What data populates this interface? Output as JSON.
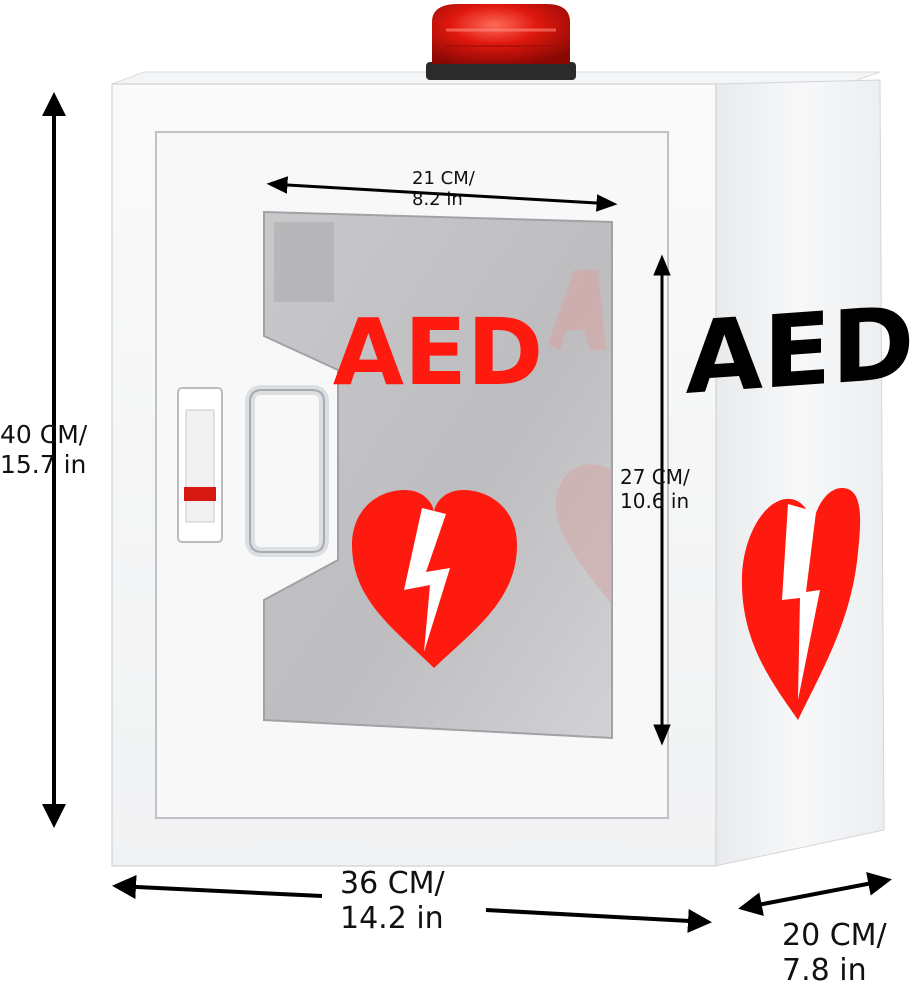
{
  "product": {
    "front_sign_text": "AED",
    "side_sign_text": "AED",
    "sign_color": "#ff1a10",
    "side_text_color": "#000000",
    "beacon_color": "#d6140c",
    "icons": {
      "front": "heart-lightning-icon",
      "side": "heart-lightning-icon",
      "top": "alarm-beacon-icon"
    }
  },
  "dimensions": {
    "height_total": {
      "metric": "40 CM/",
      "imperial": "15.7 in"
    },
    "width_inner": {
      "metric": "21 CM/",
      "imperial": "8.2 in"
    },
    "height_inner": {
      "metric": "27 CM/",
      "imperial": "10.6 in"
    },
    "width_total": {
      "metric": "36 CM/",
      "imperial": "14.2 in"
    },
    "depth": {
      "metric": "20 CM/",
      "imperial": "7.8 in"
    }
  }
}
